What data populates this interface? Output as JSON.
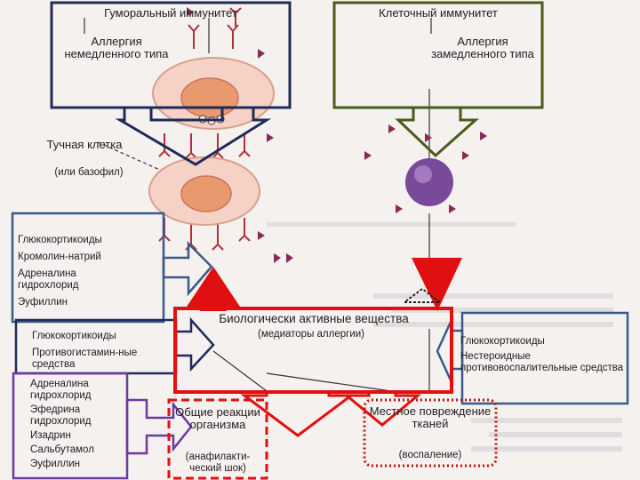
{
  "humoral": {
    "title": "Гуморальный иммунитет",
    "allergy": "Аллергия немедленного типа"
  },
  "cellular": {
    "title": "Клеточный иммунитет",
    "allergy": "Аллергия замедленного типа"
  },
  "mast_cell": {
    "label": "Тучная клетка",
    "sub": "(или базофил)"
  },
  "left_box_1": {
    "items": [
      "Глюкокортикоиды",
      "Кромолин-натрий",
      "Адреналина гидрохлорид",
      "Эуфиллин"
    ]
  },
  "left_box_2": {
    "items": [
      "Глюкокортикоиды",
      "Противогистамин-ные средства"
    ]
  },
  "left_box_3": {
    "items": [
      "Адреналина гидрохлорид",
      "Эфедрина гидрохлорид",
      "Изадрин",
      "Сальбутамол",
      "Эуфиллин"
    ]
  },
  "right_box": {
    "items": [
      "Глюкокортикоиды",
      "Нестероидные противовоспалительные средства"
    ]
  },
  "bio": {
    "title": "Биологически активные вещества",
    "sub": "(медиаторы аллергии)"
  },
  "general": {
    "title": "Общие реакции организма",
    "sub": "(анафилакти-ческий шок)"
  },
  "local": {
    "title": "Местное повреждение тканей",
    "sub": "(воспаление)"
  },
  "colors": {
    "navy": "#1f2a5a",
    "olive": "#4a5a1a",
    "steel": "#3a5a8a",
    "purple": "#6b3aa0",
    "red": "#e01010"
  }
}
